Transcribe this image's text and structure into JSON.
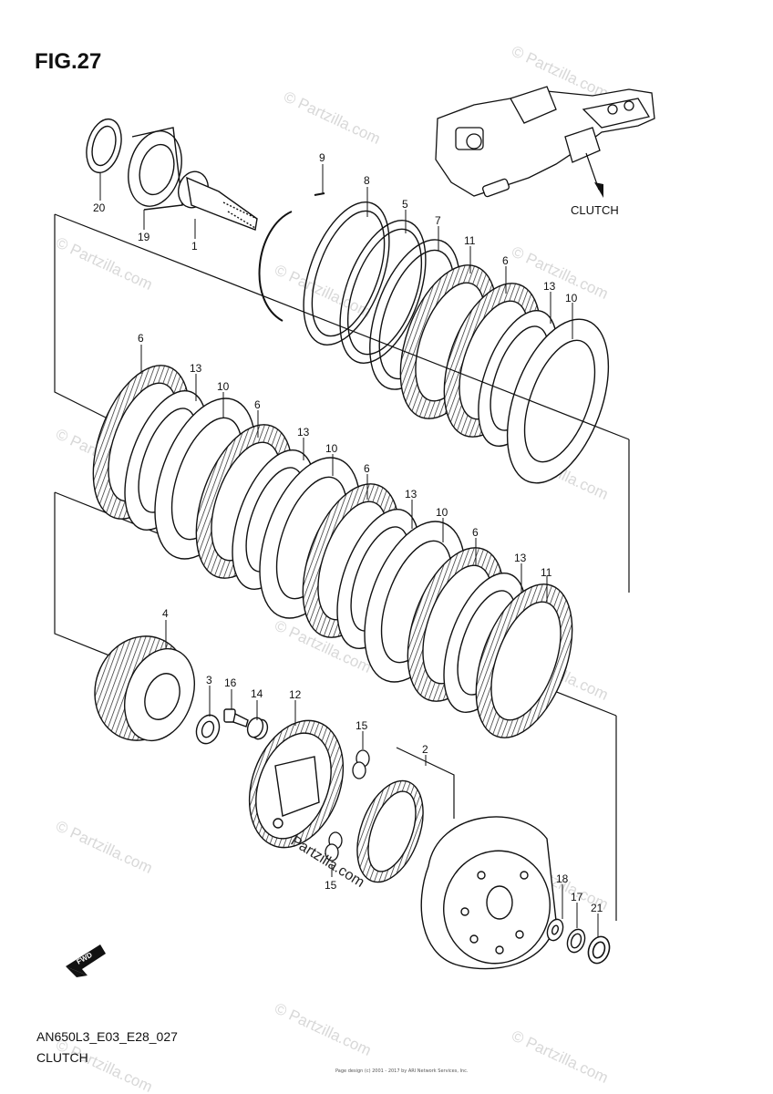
{
  "figure": {
    "title": "FIG.27",
    "code": "AN650L3_E03_E28_027",
    "name": "CLUTCH",
    "callout": "CLUTCH",
    "copyright": "Page design (c) 2001 - 2017 by ARI Network Services, Inc."
  },
  "watermark": {
    "text": "© Partzilla.com",
    "stamp": "Partzilla.com"
  },
  "fwd_icon": {
    "text": "FWD",
    "icon": "fwd-arrow-icon"
  },
  "part_labels": {
    "p1": "1",
    "p2": "2",
    "p3": "3",
    "p4": "4",
    "p5": "5",
    "p6a": "6",
    "p6b": "6",
    "p6c": "6",
    "p6d": "6",
    "p6e": "6",
    "p7": "7",
    "p8": "8",
    "p9": "9",
    "p10a": "10",
    "p10b": "10",
    "p10c": "10",
    "p10d": "10",
    "p11a": "11",
    "p11b": "11",
    "p12": "12",
    "p13a": "13",
    "p13b": "13",
    "p13c": "13",
    "p13d": "13",
    "p13e": "13",
    "p14": "14",
    "p15a": "15",
    "p15b": "15",
    "p16": "16",
    "p17": "17",
    "p18": "18",
    "p19": "19",
    "p20": "20",
    "p21": "21"
  }
}
